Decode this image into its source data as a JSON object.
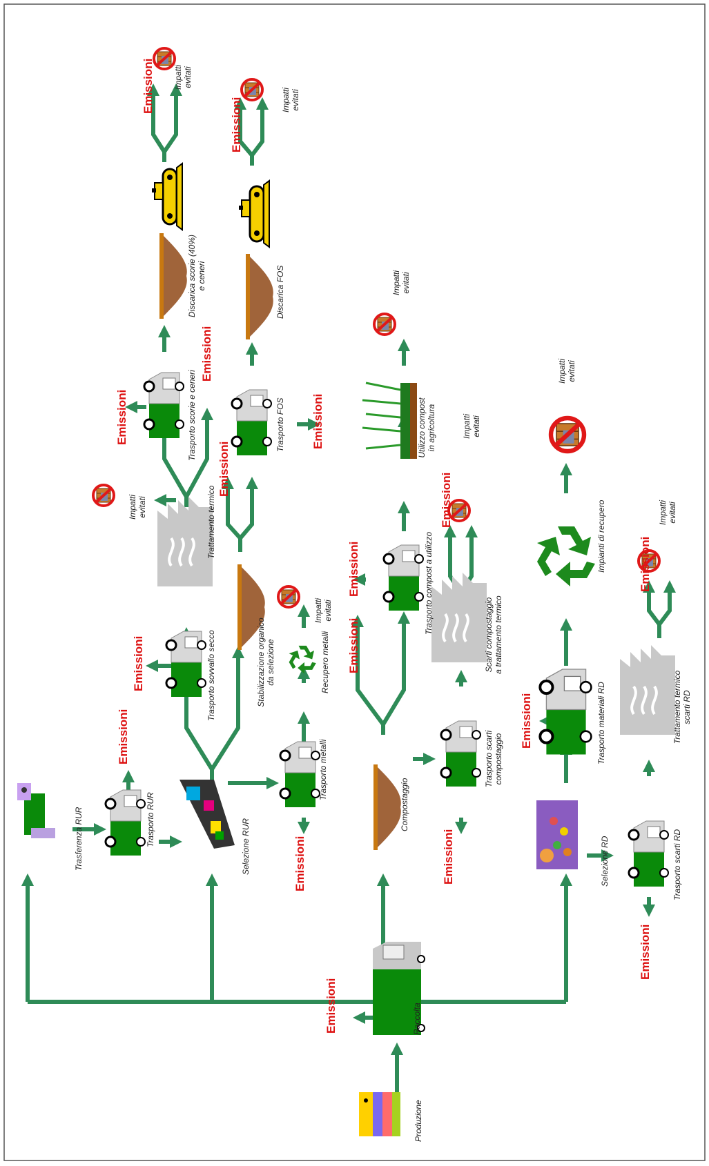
{
  "colors": {
    "arrow": "#2e8b57",
    "emission": "#dd1111",
    "label": "#222222",
    "truck_green": "#0a8a0a",
    "truck_body": "#d8d8d8",
    "bulldozer": "#f5d000",
    "soil": "#a0643a",
    "factory": "#c8c8c8",
    "no_sign": "#e01818",
    "recycle": "#1d8a1d"
  },
  "texts": {
    "emissioni": "Emissioni",
    "impatti_line1": "Impatti",
    "impatti_line2": "evitati"
  },
  "labels": {
    "produzione": "Produzione",
    "raccolta": "Raccolta",
    "trasferenza_rur": "Trasferenza RUR",
    "trasporto_rur": "Trasporto RUR",
    "selezione_rur": "Selezione RUR",
    "trasporto_metalli": "Trasporto metalli",
    "recupero_metalli": "Recupero metalli",
    "trasporto_sovvallo": "Trasporto sovvallo secco",
    "stabilizzazione_1": "Stabilizzazione organico",
    "stabilizzazione_2": "da selezione",
    "trattamento_termico": "Trattamento termico",
    "trasporto_scorie": "Trasporto scorie e ceneri",
    "discarica_scorie_1": "Discarica scorie (40%)",
    "discarica_scorie_2": "e ceneri",
    "trasporto_fos": "Trasporto FOS",
    "discarica_fos": "Discarica FOS",
    "compostaggio": "Compostaggio",
    "trasporto_scarti_comp_1": "Trasporto scarti",
    "trasporto_scarti_comp_2": "compostaggio",
    "scarti_comp_1": "Scarti compostaggio",
    "scarti_comp_2": "a trattamento termico",
    "trasporto_compost": "Trasporto compost a utilizzo",
    "utilizzo_compost_1": "Utilizzo compost",
    "utilizzo_compost_2": "in agricoltura",
    "selezione_rd": "Selezione RD",
    "trasporto_scarti_rd": "Trasporto scarti RD",
    "trattamento_rd_1": "Trattamento termico",
    "trattamento_rd_2": "scarti RD",
    "trasporto_materiali_rd": "Trasporto materiali RD",
    "impianti_recupero": "Impianti di recupero"
  }
}
